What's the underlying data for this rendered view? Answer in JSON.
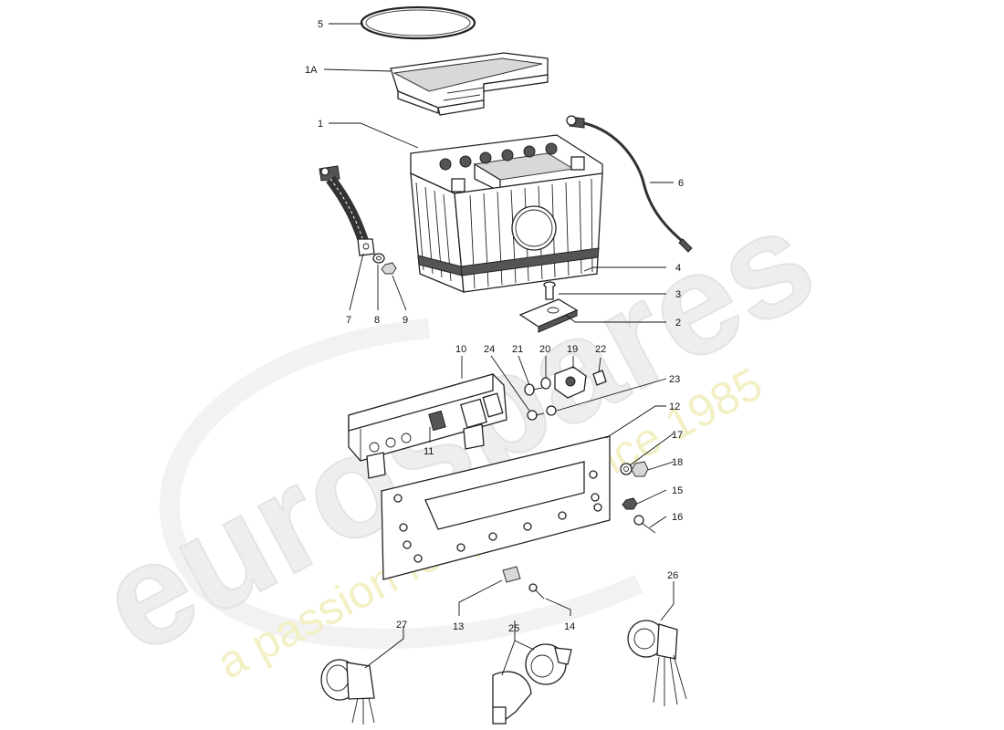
{
  "watermark": {
    "brand": "eurospares",
    "tagline": "a passion for parts since 1985",
    "brand_color": "#eeeeee",
    "tagline_color": "#f3f0c6"
  },
  "parts": [
    {
      "id": "p1",
      "label": "1"
    },
    {
      "id": "p1a",
      "label": "1A"
    },
    {
      "id": "p2",
      "label": "2"
    },
    {
      "id": "p3",
      "label": "3"
    },
    {
      "id": "p4",
      "label": "4"
    },
    {
      "id": "p5",
      "label": "5"
    },
    {
      "id": "p6",
      "label": "6"
    },
    {
      "id": "p7",
      "label": "7"
    },
    {
      "id": "p8",
      "label": "8"
    },
    {
      "id": "p9",
      "label": "9"
    },
    {
      "id": "p10",
      "label": "10"
    },
    {
      "id": "p11",
      "label": "11"
    },
    {
      "id": "p12",
      "label": "12"
    },
    {
      "id": "p13",
      "label": "13"
    },
    {
      "id": "p14",
      "label": "14"
    },
    {
      "id": "p15",
      "label": "15"
    },
    {
      "id": "p16",
      "label": "16"
    },
    {
      "id": "p17",
      "label": "17"
    },
    {
      "id": "p18",
      "label": "18"
    },
    {
      "id": "p19",
      "label": "19"
    },
    {
      "id": "p20",
      "label": "20"
    },
    {
      "id": "p21",
      "label": "21"
    },
    {
      "id": "p22",
      "label": "22"
    },
    {
      "id": "p23",
      "label": "23"
    },
    {
      "id": "p24",
      "label": "24"
    },
    {
      "id": "p25",
      "label": "25"
    },
    {
      "id": "p26",
      "label": "26"
    },
    {
      "id": "p27",
      "label": "27"
    }
  ]
}
